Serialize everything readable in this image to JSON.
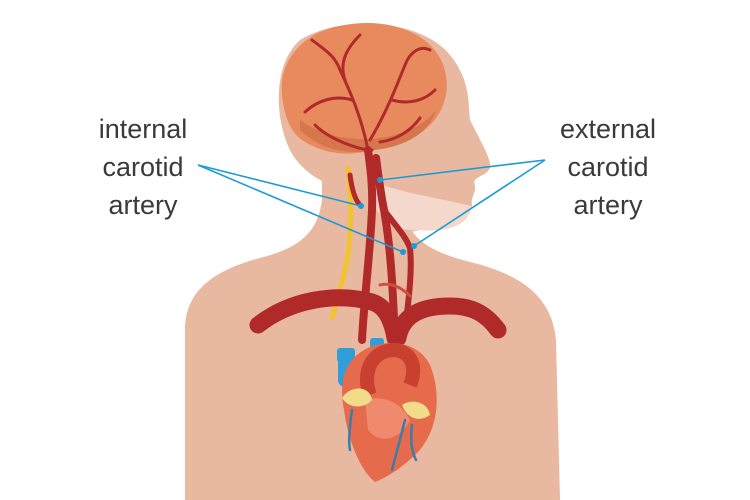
{
  "labels": {
    "internal": [
      "internal",
      "carotid",
      "artery"
    ],
    "external": [
      "external",
      "carotid",
      "artery"
    ]
  },
  "colors": {
    "skin": "#e8b8a0",
    "skin_light": "#f3d8cb",
    "brain": "#e98a5e",
    "artery": "#b02a2a",
    "vein": "#2f9fd8",
    "nerve": "#f2c230",
    "heart": "#e66a4c",
    "pointer": "#1a9ad6"
  }
}
